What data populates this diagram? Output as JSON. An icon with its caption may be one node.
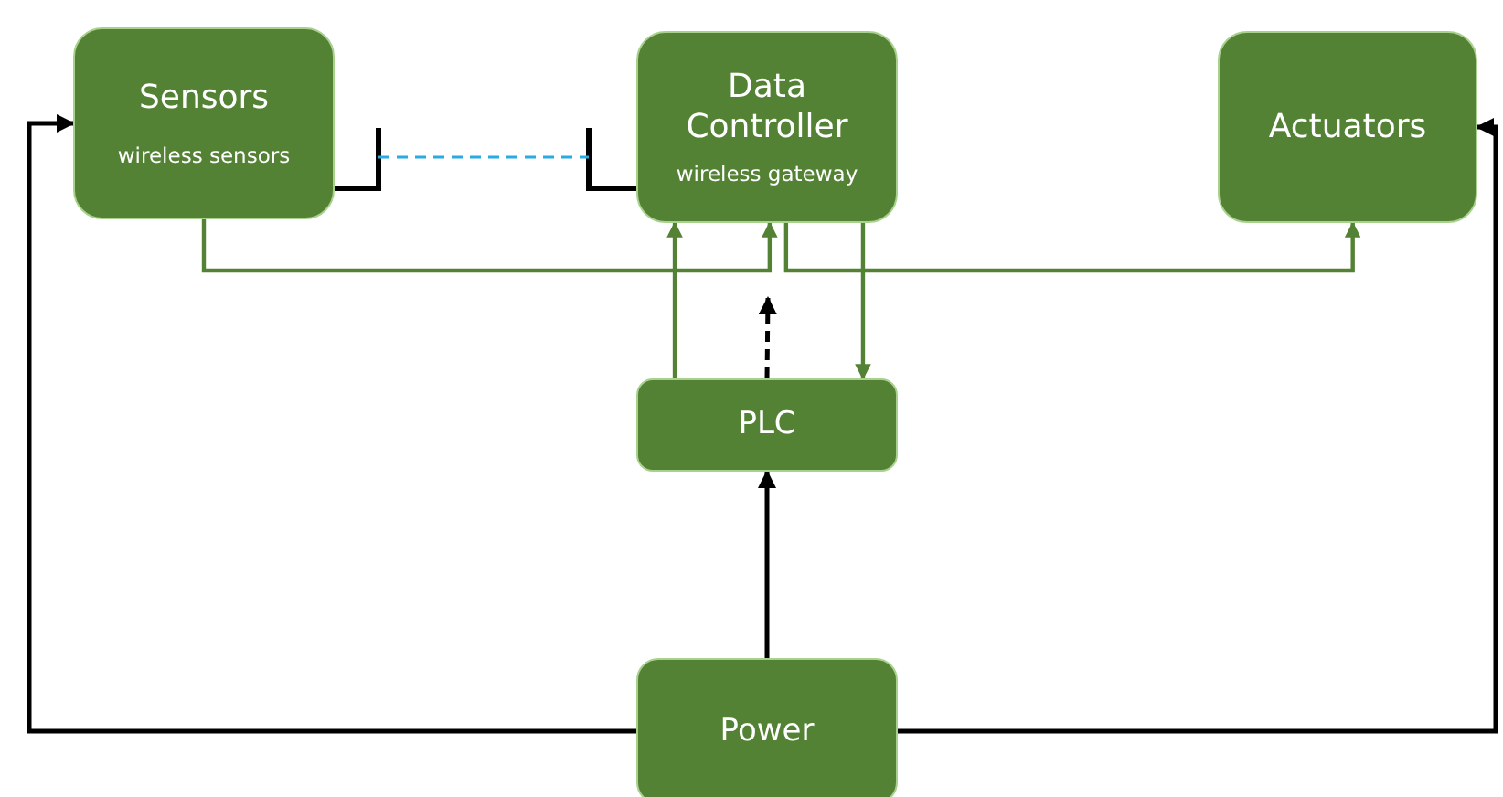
{
  "diagram": {
    "nodes": [
      {
        "text": [
          "Sensors",
          "wireless sensors"
        ]
      },
      {
        "text": [
          "Data Controller",
          "wireless gateway"
        ]
      },
      {
        "text": [
          "Actuators"
        ]
      },
      {
        "text": [
          "PLC"
        ]
      },
      {
        "text": [
          "Power"
        ]
      }
    ],
    "edges": [
      {
        "from": 0,
        "to": 1,
        "arrow": "to"
      },
      {
        "from": 3,
        "to": 1,
        "arrow": "to"
      },
      {
        "from": 1,
        "to": 3,
        "arrow": "to"
      },
      {
        "from": 1,
        "to": 2,
        "arrow": "to"
      },
      {
        "from": 0,
        "to": 1,
        "arrow": "none",
        "style": "dashed",
        "color": "#29abe2"
      },
      {
        "from": 3,
        "to": null,
        "arrow": "to",
        "style": "dashed",
        "color": "#000000"
      },
      {
        "from": 4,
        "to": 3,
        "arrow": "to",
        "color": "#000000"
      },
      {
        "from": 4,
        "to": 0,
        "arrow": "to",
        "color": "#000000"
      },
      {
        "from": 4,
        "to": 2,
        "arrow": "to",
        "color": "#000000"
      }
    ]
  }
}
